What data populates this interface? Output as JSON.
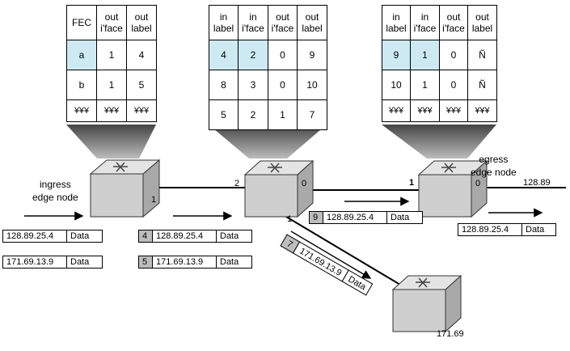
{
  "tables": {
    "ingress": {
      "headers": [
        "FEC",
        "out i'face",
        "out label"
      ],
      "rows": [
        [
          "a",
          "1",
          "4"
        ],
        [
          "b",
          "1",
          "5"
        ]
      ],
      "dots": [
        "¥¥¥",
        "¥¥¥",
        "¥¥¥"
      ]
    },
    "core": {
      "headers": [
        "in label",
        "in i'face",
        "out i'face",
        "out label"
      ],
      "rows": [
        [
          "4",
          "2",
          "0",
          "9"
        ],
        [
          "8",
          "3",
          "0",
          "10"
        ],
        [
          "5",
          "2",
          "1",
          "7"
        ]
      ]
    },
    "egress": {
      "headers": [
        "in label",
        "in i'face",
        "out i'face",
        "out label"
      ],
      "rows": [
        [
          "9",
          "1",
          "0",
          "Ñ"
        ],
        [
          "10",
          "1",
          "0",
          "Ñ"
        ]
      ],
      "dots": [
        "¥¥¥",
        "¥¥¥",
        "¥¥¥",
        "¥¥¥"
      ]
    }
  },
  "labels": {
    "ingress_node": "ingress\nedge node",
    "egress_node": "egress\nedge node",
    "ingress_port_1": "1",
    "core_port_2": "2",
    "core_port_0": "0",
    "core_port_1": "1",
    "egress_port_1": "1",
    "egress_port_0": "0",
    "dest_128": "128.89",
    "dest_171": "171.69"
  },
  "packets": {
    "p1": {
      "addr": "128.89.25.4",
      "payload": "Data"
    },
    "p2": {
      "addr": "171.69.13.9",
      "payload": "Data"
    },
    "p3": {
      "label": "4",
      "addr": "128.89.25.4",
      "payload": "Data"
    },
    "p4": {
      "label": "5",
      "addr": "171.69.13.9",
      "payload": "Data"
    },
    "p5": {
      "label": "9",
      "addr": "128.89.25.4",
      "payload": "Data"
    },
    "p6": {
      "addr": "128.89.25.4",
      "payload": "Data"
    },
    "p7": {
      "label": "7",
      "addr": "171.69.13.9",
      "payload": "Data"
    }
  },
  "colors": {
    "highlight": "#cdeaf2",
    "label_cell": "#bdbdbd",
    "router_front": "#cfcfcf",
    "router_top": "#e4e4e4",
    "router_side": "#a9a9a9"
  }
}
